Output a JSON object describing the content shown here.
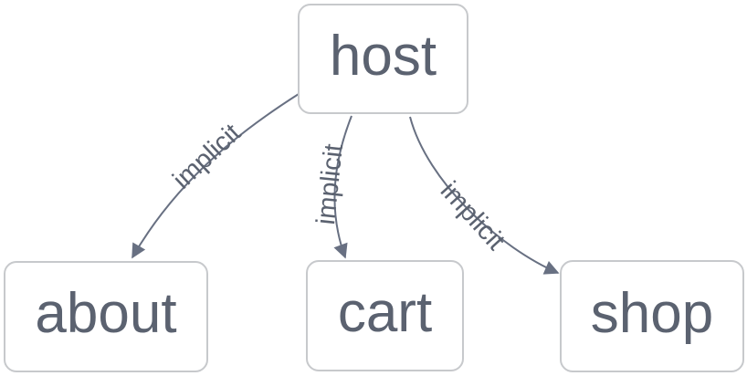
{
  "diagram": {
    "type": "flowchart",
    "nodes": [
      {
        "id": "host",
        "label": "host"
      },
      {
        "id": "about",
        "label": "about"
      },
      {
        "id": "cart",
        "label": "cart"
      },
      {
        "id": "shop",
        "label": "shop"
      }
    ],
    "edges": [
      {
        "from": "host",
        "to": "about",
        "label": "implicit"
      },
      {
        "from": "host",
        "to": "cart",
        "label": "implicit"
      },
      {
        "from": "host",
        "to": "shop",
        "label": "implicit"
      }
    ],
    "colors": {
      "background": "#ffffff",
      "node_fill": "#ffffff",
      "node_border": "#c7c9cc",
      "node_text": "#5b6270",
      "edge_stroke": "#687082",
      "edge_label_text": "#5b6270"
    }
  }
}
